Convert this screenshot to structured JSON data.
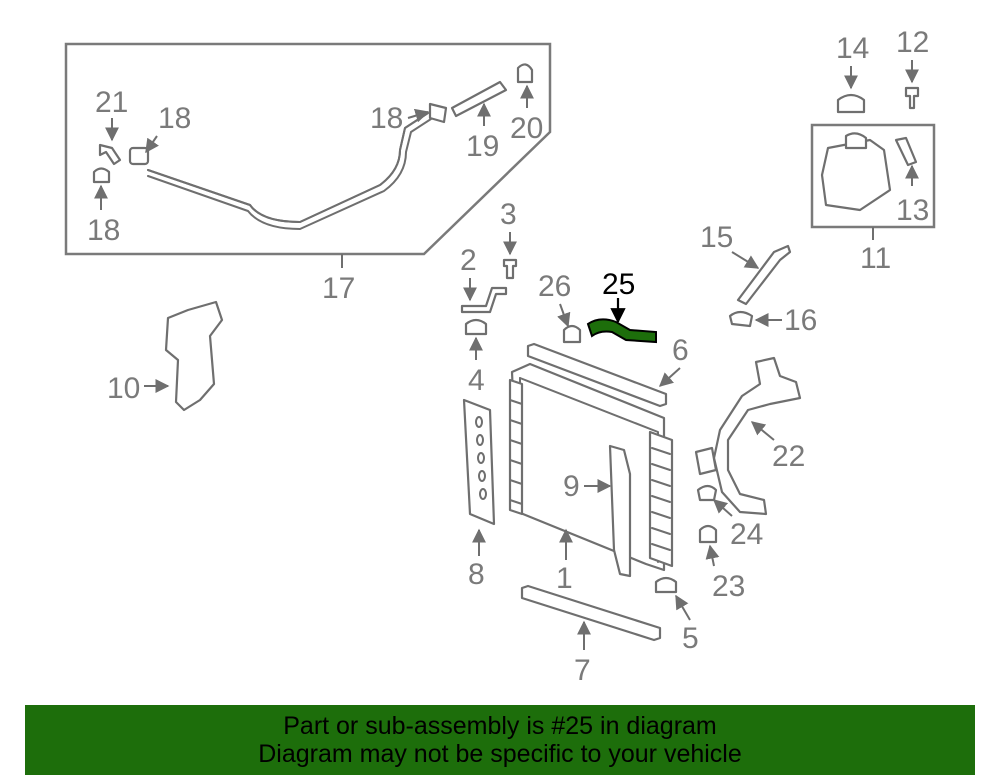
{
  "banner": {
    "line1": "Part or sub-assembly is #25 in diagram",
    "line2": "Diagram may not be specific to your vehicle"
  },
  "highlight_color": "#1d6e0b",
  "labels": {
    "p1": "1",
    "p2": "2",
    "p3": "3",
    "p4": "4",
    "p5": "5",
    "p6": "6",
    "p7": "7",
    "p8": "8",
    "p9": "9",
    "p10": "10",
    "p11": "11",
    "p12": "12",
    "p13": "13",
    "p14": "14",
    "p15": "15",
    "p16": "16",
    "p17": "17",
    "p18a": "18",
    "p18b": "18",
    "p18c": "18",
    "p19": "19",
    "p20": "20",
    "p21": "21",
    "p22": "22",
    "p23": "23",
    "p24": "24",
    "p25": "25",
    "p26": "26"
  }
}
